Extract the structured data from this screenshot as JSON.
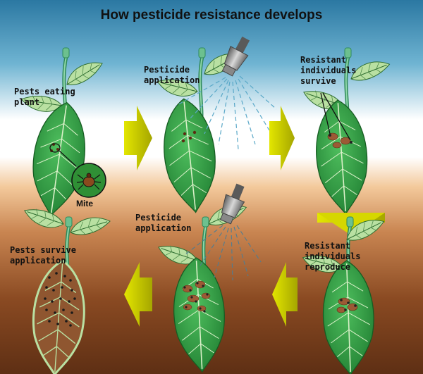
{
  "title": "How pesticide resistance develops",
  "panels": {
    "pests_eating": "Pests eating\nplant",
    "mite": "Mite",
    "pesticide_1": "Pesticide\napplication",
    "resistant_survive": "Resistant\nindividuals\nsurvive",
    "pests_survive": "Pests survive\napplication",
    "pesticide_2": "Pesticide\napplication",
    "resistant_reproduce": "Resistant\nindividuals\nreproduce"
  },
  "colors": {
    "sky_top": "#2b7aa3",
    "sky_mid": "#ffffff",
    "soil_top": "#e8b27a",
    "soil_bottom": "#6b3618",
    "leaf": "#3aa34b",
    "leaf_dark": "#1c6a2a",
    "leaf_light": "#bfe3a8",
    "arrow": "#cbcc00",
    "spray": "#5aa8c8",
    "mite_circle": "#2f8f35"
  }
}
